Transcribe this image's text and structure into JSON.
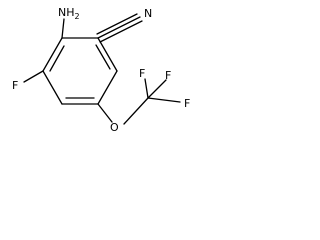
{
  "structure": {
    "atoms": {
      "amino": "NH",
      "amino_subscript": "2",
      "fluoro": "F",
      "nitrile_n": "N",
      "ether_o": "O",
      "cf3_f_top_left": "F",
      "cf3_f_top_right": "F",
      "cf3_f_bottom": "F"
    }
  },
  "colors": {
    "bond": "#000000",
    "text": "#000000",
    "background": "#ffffff"
  }
}
